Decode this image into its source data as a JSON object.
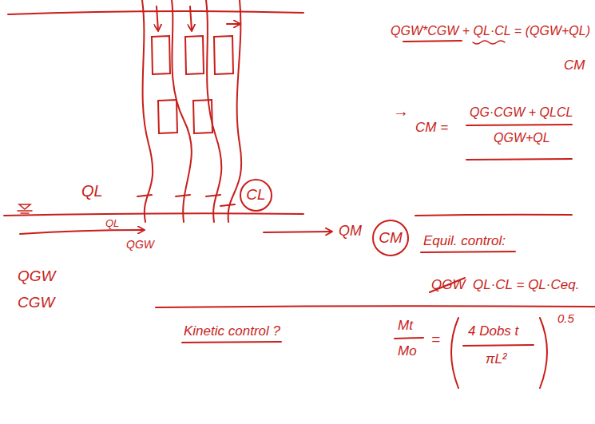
{
  "diagram": {
    "nodes": [
      {
        "text": [
          "CL"
        ]
      },
      {
        "text": [
          "CM"
        ]
      }
    ],
    "labels": [
      "QGW*CGW + QL·CL = (QGW+QL)",
      "CM",
      "→",
      "CM =",
      "QG·CGW + QLCL",
      "QGW+QL",
      "Equil. control:",
      "QGW",
      "QL·CL = QL·Ceq.",
      "QL",
      "QL",
      "QGW",
      "QGW",
      "CGW",
      "QM",
      "Kinetic control ?",
      "Mt",
      "Mo",
      "=",
      "4 Dobs t",
      "πL²",
      "0.5"
    ]
  }
}
